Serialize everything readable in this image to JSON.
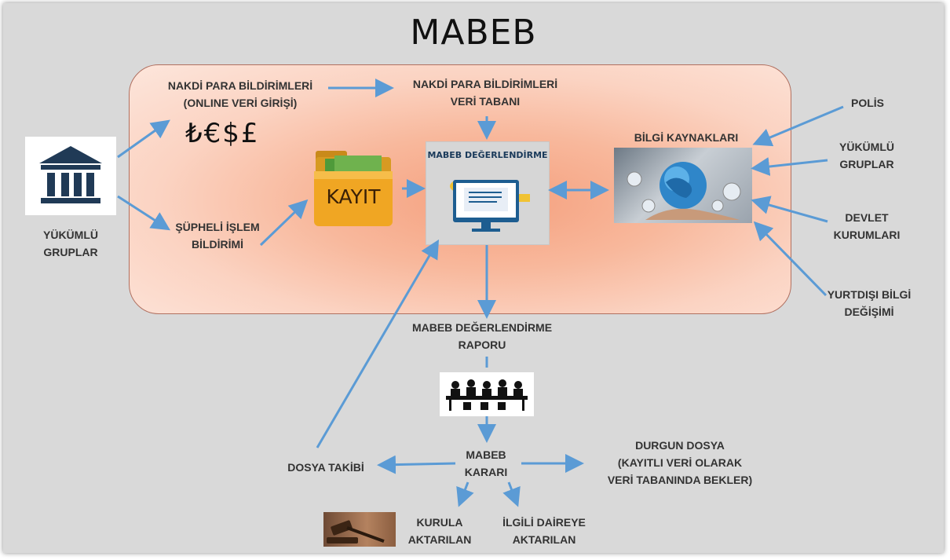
{
  "title": "MABEB",
  "labels": {
    "yukumlu_left": [
      "YÜKÜMLÜ",
      "GRUPLAR"
    ],
    "nakdi_online": [
      "NAKDİ PARA BİLDİRİMLERİ",
      "(ONLINE VERİ GİRİŞİ)"
    ],
    "currency": "₺€$£",
    "supheli": [
      "ŞÜPHELİ İŞLEM",
      "BİLDİRİMİ"
    ],
    "kayit": "KAYIT",
    "nakdi_db": [
      "NAKDİ PARA BİLDİRİMLERİ",
      "VERİ TABANI"
    ],
    "degerlendirme_box": "MABEB DEĞERLENDİRME",
    "bilgi_kaynaklari": "BİLGİ KAYNAKLARI",
    "polis": "POLİS",
    "yukumlu_right": [
      "YÜKÜMLÜ",
      "GRUPLAR"
    ],
    "devlet": [
      "DEVLET",
      "KURUMLARI"
    ],
    "yurtdisi": [
      "YURTDIŞI BİLGİ",
      "DEĞİŞİMİ"
    ],
    "rapor": [
      "MABEB DEĞERLENDİRME",
      "RAPORU"
    ],
    "karar": [
      "MABEB",
      "KARARI"
    ],
    "dosya_takibi": "DOSYA TAKİBİ",
    "durgun": [
      "DURGUN DOSYA",
      "(KAYITLI VERİ OLARAK",
      "VERİ TABANINDA BEKLER)"
    ],
    "kurula": [
      "KURULA",
      "AKTARILAN"
    ],
    "ilgili": [
      "İLGİLİ DAİREYE",
      "AKTARILAN"
    ]
  },
  "colors": {
    "arrow": "#5b9bd5",
    "zone": "#f8b89c",
    "frame": "#d9d9d9"
  },
  "icons": [
    "bank-building-icon",
    "folder-icon",
    "monitor-report-icon",
    "globe-network-icon",
    "meeting-silhouette-icon",
    "gavel-icon"
  ]
}
